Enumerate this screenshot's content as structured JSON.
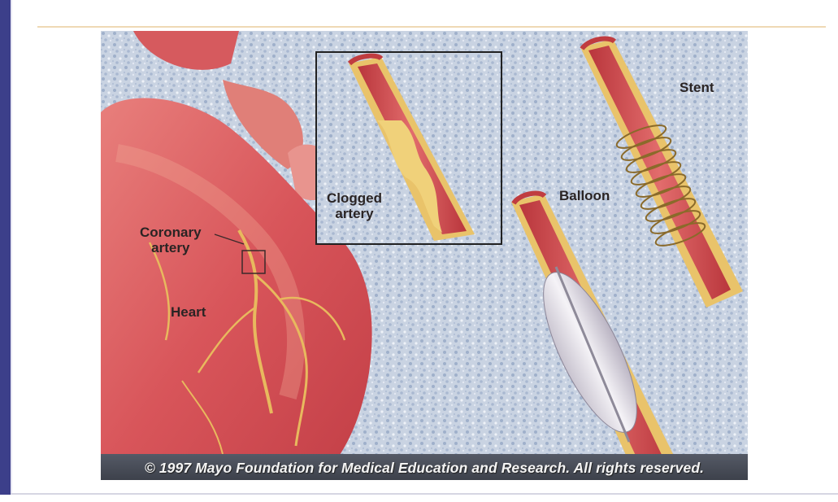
{
  "figure": {
    "labels": {
      "coronary_artery_line1": "Coronary",
      "coronary_artery_line2": "artery",
      "heart": "Heart",
      "clogged_line1": "Clogged",
      "clogged_line2": "artery",
      "balloon": "Balloon",
      "stent": "Stent"
    },
    "caption": "© 1997 Mayo Foundation for Medical Education and Research. All rights reserved.",
    "colors": {
      "background_speckle": "#b8c4d6",
      "heart": "#d9545a",
      "artery_wall": "#e9c36a",
      "vessel": "#c84649",
      "frame": "#3c3f8a"
    }
  }
}
